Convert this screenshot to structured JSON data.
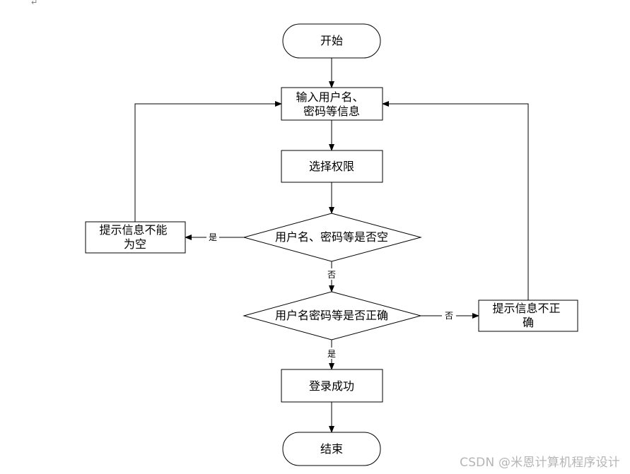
{
  "paragraph_mark": "↵",
  "watermark": "CSDN @米恩计算机程序设计",
  "nodes": {
    "start": {
      "lines": [
        "开始"
      ]
    },
    "input_info": {
      "lines": [
        "输入用户名、",
        "密码等信息"
      ]
    },
    "select_permission": {
      "lines": [
        "选择权限"
      ]
    },
    "check_empty": {
      "lines": [
        "用户名、密码等是否空"
      ]
    },
    "empty_prompt": {
      "lines": [
        "提示信息不能",
        "为空"
      ]
    },
    "check_correct": {
      "lines": [
        "用户名密码等是否正确"
      ]
    },
    "incorrect_prompt": {
      "lines": [
        "提示信息不正",
        "确"
      ]
    },
    "login_success": {
      "lines": [
        "登录成功"
      ]
    },
    "end": {
      "lines": [
        "结束"
      ]
    }
  },
  "edge_labels": {
    "empty_yes": "是",
    "empty_no": "否",
    "correct_no": "否",
    "correct_yes": "是"
  }
}
